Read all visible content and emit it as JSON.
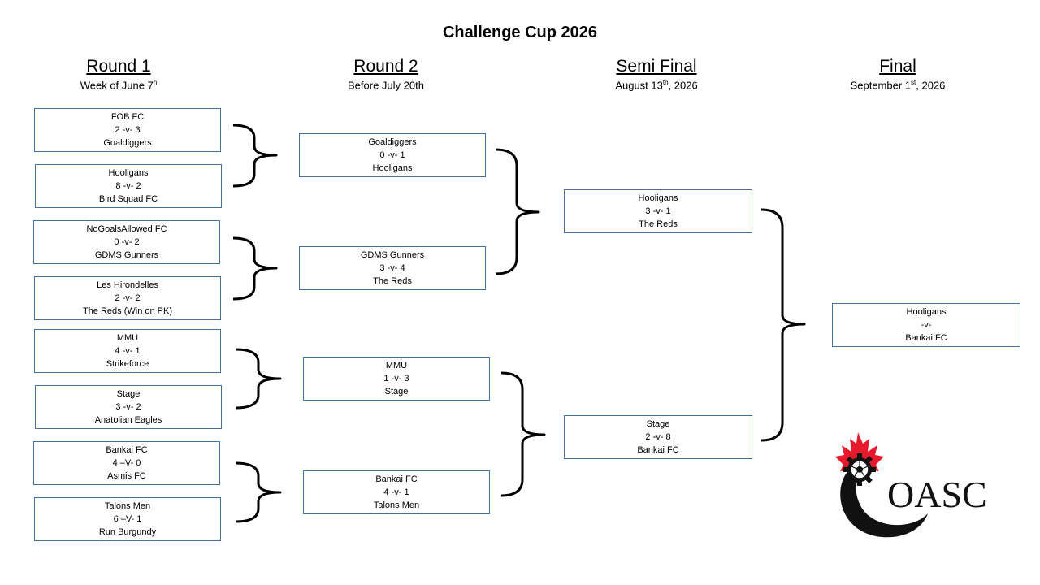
{
  "title": "Challenge Cup 2026",
  "columns": [
    {
      "name": "Round 1",
      "date": "Week of June 7",
      "sup": "h",
      "date_after": ""
    },
    {
      "name": "Round 2",
      "date": "Before July 20th",
      "sup": "",
      "date_after": ""
    },
    {
      "name": "Semi Final",
      "date": "August 13",
      "sup": "th",
      "date_after": ", 2026"
    },
    {
      "name": "Final",
      "date": "September 1",
      "sup": "st",
      "date_after": ", 2026"
    }
  ],
  "round1": [
    {
      "team1": "FOB FC",
      "score": "2 -v- 3",
      "team2": "Goaldiggers"
    },
    {
      "team1": "Hooligans",
      "score": "8 -v- 2",
      "team2": "Bird Squad FC"
    },
    {
      "team1": "NoGoalsAllowed FC",
      "score": "0 -v- 2",
      "team2": "GDMS Gunners"
    },
    {
      "team1": "Les Hirondelles",
      "score": "2 -v- 2",
      "team2": "The Reds (Win on PK)"
    },
    {
      "team1": "MMU",
      "score": "4 -v- 1",
      "team2": "Strikeforce"
    },
    {
      "team1": "Stage",
      "score": "3 -v- 2",
      "team2": "Anatolian Eagles"
    },
    {
      "team1": "Bankai FC",
      "score": "4 –V- 0",
      "team2": "Asmis FC"
    },
    {
      "team1": "Talons Men",
      "score": "6 –V- 1",
      "team2": "Run Burgundy"
    }
  ],
  "round2": [
    {
      "team1": "Goaldiggers",
      "score": "0 -v- 1",
      "team2": "Hooligans"
    },
    {
      "team1": "GDMS Gunners",
      "score": "3 -v- 4",
      "team2": "The Reds"
    },
    {
      "team1": "MMU",
      "score": "1 -v- 3",
      "team2": "Stage"
    },
    {
      "team1": "Bankai FC",
      "score": "4 -v- 1",
      "team2": "Talons Men"
    }
  ],
  "semi": [
    {
      "team1": "Hooligans",
      "score": "3 -v- 1",
      "team2": "The Reds"
    },
    {
      "team1": "Stage",
      "score": "2 -v- 8",
      "team2": "Bankai FC"
    }
  ],
  "final": [
    {
      "team1": "Hooligans",
      "score": "-v-",
      "team2": "Bankai FC"
    }
  ],
  "logo": {
    "text": "OASC",
    "leaf_color": "#e8192c",
    "ring_color": "#111111"
  }
}
